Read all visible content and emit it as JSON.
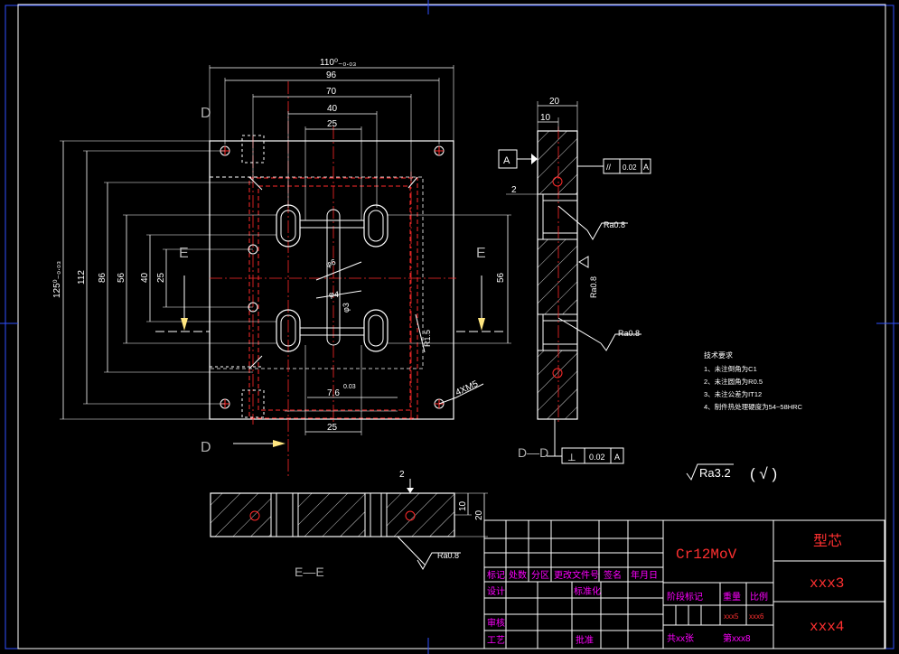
{
  "colors": {
    "background": "#000000",
    "line": "#ffffff",
    "center_line": "#ff2a2a",
    "hidden_red": "#ff2a2a",
    "hatch": "#ffffff",
    "dim": "#ffffff",
    "frame_blue": "#3050ff",
    "title_magenta": "#ff00ff",
    "title_red": "#ff3030",
    "yellow": "#ffe680",
    "gray_label": "#b0b0b0",
    "note": "#ffffff"
  },
  "plan_view": {
    "dim_top_1": "110⁰₋₀.₀₃",
    "dim_top_2": "96",
    "dim_top_3": "70",
    "dim_top_4": "40",
    "dim_top_5": "25",
    "dim_bottom": "25",
    "dim_left_1": "125⁰₋₀.₀₃",
    "dim_left_2": "112",
    "dim_left_3": "86",
    "dim_left_4": "56",
    "dim_left_5": "40",
    "dim_left_6": "25",
    "dim_right": "56",
    "dim_phi6": "φ6",
    "dim_phi4": "φ4",
    "dim_phi3": "φ3",
    "dim_r": "R1.5",
    "dim_78": "7.6",
    "dim_78_sup": "0.03",
    "dim_thread": "4XM5",
    "label_d_top": "D",
    "label_d_bottom": "D",
    "label_e_left": "E",
    "label_e_right": "E",
    "label_ee": "E—E"
  },
  "side_view": {
    "dim_20": "20",
    "dim_10": "10",
    "dim_2": "2",
    "datum_a": "A",
    "tol_parallel_symbol": "//",
    "tol_parallel_value": "0.02",
    "tol_parallel_ref": "A",
    "rough_1": "Ra0.8",
    "rough_2": "Ra0.8",
    "rough_3": "Ra0.8",
    "section_label": "D—D",
    "tol_perp_symbol": "⊥",
    "tol_perp_value": "0.02",
    "tol_perp_ref": "A"
  },
  "bottom_view": {
    "dim_2": "2",
    "dim_10": "10",
    "dim_20": "20",
    "rough": "Ra0.8"
  },
  "notes": {
    "title": "技术要求",
    "items": [
      "1、未注倒角为C1",
      "2、未注圆角为R0.5",
      "3、未注公差为IT12",
      "4、制件热处理硬度为54~58HRC"
    ]
  },
  "general_roughness": {
    "value": "Ra3.2",
    "bracket": "( √ )"
  },
  "title_block": {
    "material": "Cr12MoV",
    "part_name": "型芯",
    "drawing_no_1": "xxx3",
    "drawing_no_2": "xxx4",
    "row_headers": [
      "标记",
      "处数",
      "分区",
      "更改文件号",
      "签名",
      "年月日"
    ],
    "design": "设计",
    "standardize": "标准化",
    "review": "审核",
    "process": "工艺",
    "approve": "批准",
    "stage_mark": "阶段标记",
    "weight": "重量",
    "scale": "比例",
    "weight_val": "xxx5",
    "scale_val": "xxx6",
    "sheets": "共xx张",
    "sheet_no": "第xxx8"
  }
}
